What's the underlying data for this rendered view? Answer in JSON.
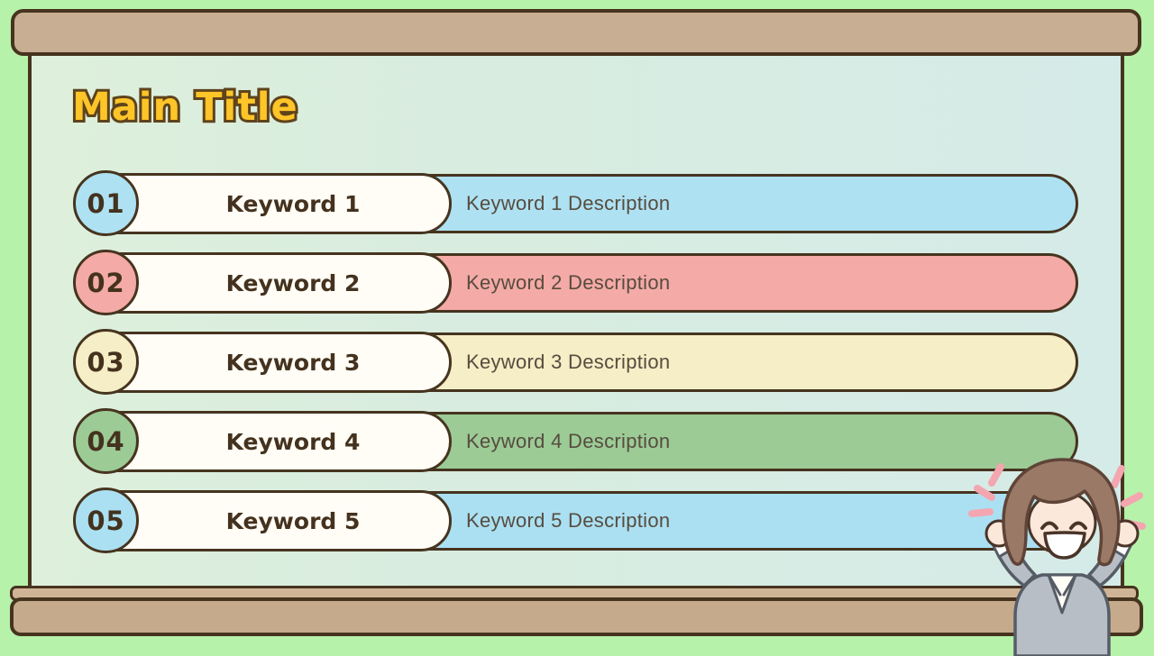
{
  "slide": {
    "title": "Main Title",
    "rows": [
      {
        "number": "01",
        "keyword": "Keyword 1",
        "description": "Keyword 1 Description",
        "color": "#aee1f2"
      },
      {
        "number": "02",
        "keyword": "Keyword 2",
        "description": "Keyword 2 Description",
        "color": "#f4aaa6"
      },
      {
        "number": "03",
        "keyword": "Keyword 3",
        "description": "Keyword 3 Description",
        "color": "#f5eec6"
      },
      {
        "number": "04",
        "keyword": "Keyword 4",
        "description": "Keyword 4 Description",
        "color": "#9ccb96"
      },
      {
        "number": "05",
        "keyword": "Keyword 5",
        "description": "Keyword 5 Description",
        "color": "#abe0f2"
      }
    ],
    "colors": {
      "page_background": "#b7f2aa",
      "board_background": "#d9ede3",
      "wood_bar": "#c8ae92",
      "outline": "#46341f",
      "title_fill": "#fdc528",
      "title_outline": "#5e431c",
      "keyword_pill": "#fffdf6",
      "keyword_text": "#44321e",
      "description_text": "#574c3f",
      "emphasis_dash": "#f4a6b0"
    },
    "illustration": "cheering-businesswoman"
  }
}
